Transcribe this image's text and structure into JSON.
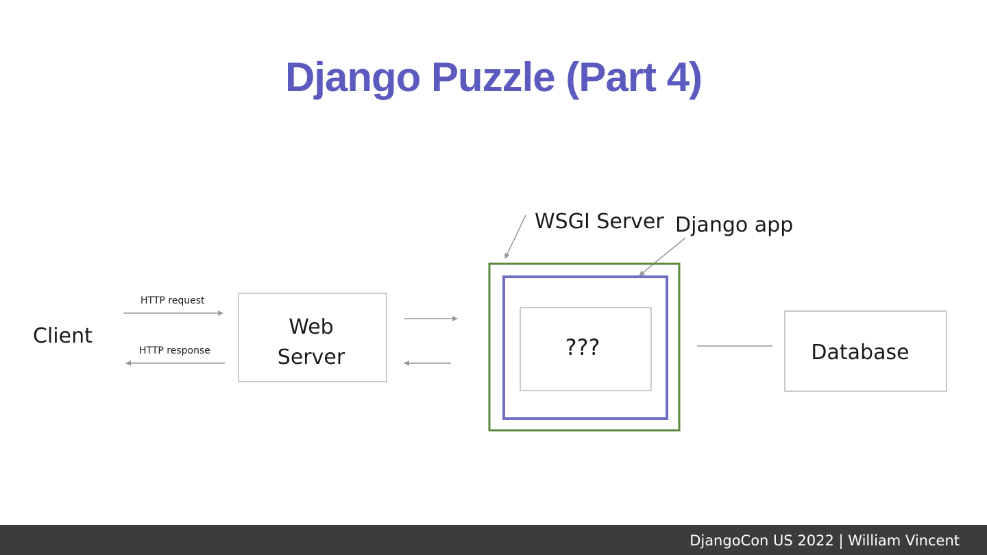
{
  "slide": {
    "title": "Django Puzzle (Part 4)",
    "footer": "DjangoCon US 2022 | William Vincent"
  },
  "diagram": {
    "client_label": "Client",
    "http_request_label": "HTTP request",
    "http_response_label": "HTTP response",
    "web_server_line1": "Web",
    "web_server_line2": "Server",
    "wsgi_server_label": "WSGI Server",
    "django_app_label": "Django app",
    "unknown_label": "???",
    "database_label": "Database"
  },
  "colors": {
    "title": "#5b5bbf",
    "wsgi_box": "#5a8a3c",
    "django_box": "#6f6fc6",
    "footer_bg": "#3c3c3c",
    "arrows": "#999999",
    "box_border": "#a6a6a6"
  }
}
